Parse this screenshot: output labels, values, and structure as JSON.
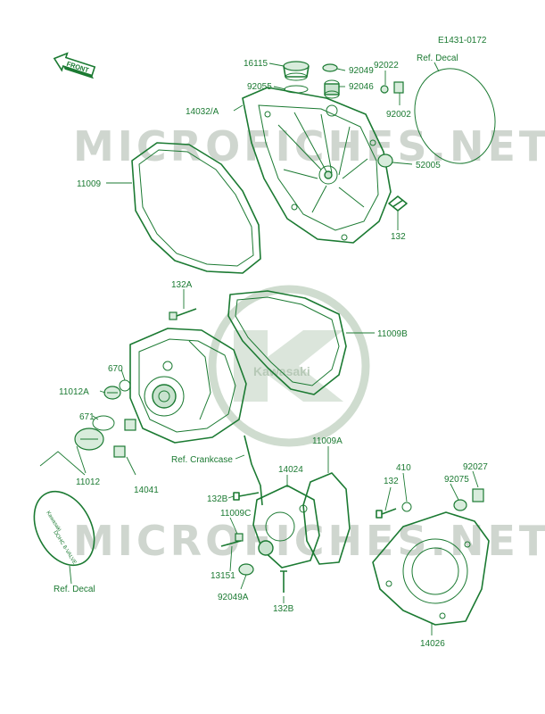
{
  "diagram_code": "E1431-0172",
  "front_label": "FRONT",
  "watermark": {
    "site_top": "MICROFICHES.NET",
    "site_bottom": "MICROFICHES.NET",
    "logo_text": "Kawasaki"
  },
  "decal_text": {
    "line1": "Kawasaki",
    "line2": "DOHC 8-VALVE"
  },
  "labels": {
    "p16115": "16115",
    "p92049": "92049",
    "p92022": "92022",
    "ref_decal_top": "Ref. Decal",
    "p92055": "92055",
    "p92046": "92046",
    "p14032A": "14032/A",
    "p92002": "92002",
    "p11009": "11009",
    "p52005": "52005",
    "p132_top": "132",
    "p132A": "132A",
    "p11009B": "11009B",
    "p670": "670",
    "p11012A": "11012A",
    "p671": "671",
    "ref_crankcase": "Ref. Crankcase",
    "p11009A": "11009A",
    "p14024": "14024",
    "p410": "410",
    "p92027": "92027",
    "p11012": "11012",
    "p14041": "14041",
    "p132B_top": "132B",
    "p132_mid": "132",
    "p92075": "92075",
    "p11009C": "11009C",
    "p13151": "13151",
    "ref_decal_bottom": "Ref. Decal",
    "p92049A": "92049A",
    "p132B_bottom": "132B",
    "p14026": "14026"
  },
  "colors": {
    "ink": "#1b7a32",
    "watermark": "#cfd6cf",
    "background": "#ffffff"
  }
}
